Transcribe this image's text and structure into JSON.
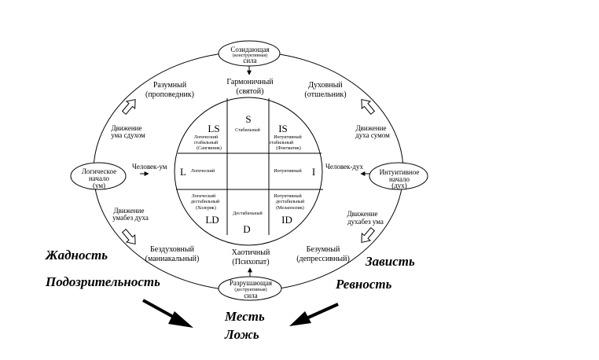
{
  "top_node": {
    "line1": "Созидающая",
    "sub": "(конструктивная)",
    "line2": "сила"
  },
  "bottom_node": {
    "line1": "Разрушающая",
    "sub": "(деструктивная)",
    "line2": "сила"
  },
  "left_node": {
    "line1": "Логическое",
    "line2": "начало",
    "line3": "(ум)"
  },
  "right_node": {
    "line1": "Интуитивное",
    "line2": "начало",
    "line3": "(дух)"
  },
  "labels": {
    "harmonious": [
      "Гармоничный",
      "(святой)"
    ],
    "rational": [
      "Разумный",
      "(проповедник)"
    ],
    "spiritual": [
      "Духовный",
      "(отшельник)"
    ],
    "move_mind_dry": [
      "Движение",
      "ума сдухом"
    ],
    "move_spirit_mind": [
      "Движение",
      "духа сумом"
    ],
    "human_mind": "Человек-ум",
    "human_spirit": "Человек-дух",
    "move_mind_nospirit": [
      "Движение",
      "умабез духа"
    ],
    "move_spirit_nomind": [
      "Движение",
      "духабез ума"
    ],
    "spiritless": [
      "Бездуховный",
      "(маниакальный)"
    ],
    "chaotic": [
      "Хаотичный",
      "(Психопат)"
    ],
    "mindless": [
      "Безумный",
      "(депрессивный)"
    ]
  },
  "circle": {
    "S": "S",
    "D": "D",
    "L": "L",
    "I": "I",
    "LS": "LS",
    "IS": "IS",
    "LD": "LD",
    "ID": "ID",
    "stable": "Стабильный",
    "destable": "Дестабильный",
    "logical": "Логический",
    "intuitive": "Интуитивный",
    "ls_text": [
      "Логический",
      "стабильный",
      "(Сангвиник)"
    ],
    "is_text": [
      "Интуитивный",
      "стабильный",
      "(Флегматик)"
    ],
    "ld_text": [
      "Логический",
      "дестабильный",
      "(Холерик)"
    ],
    "id_text": [
      "Интуитивный",
      "дестабильный",
      "(Меланхолик)"
    ]
  },
  "vices": {
    "greed": "Жадность",
    "suspicion": "Подозрительность",
    "envy": "Зависть",
    "jealousy": "Ревность",
    "revenge": "Месть",
    "lie": "Ложь"
  }
}
